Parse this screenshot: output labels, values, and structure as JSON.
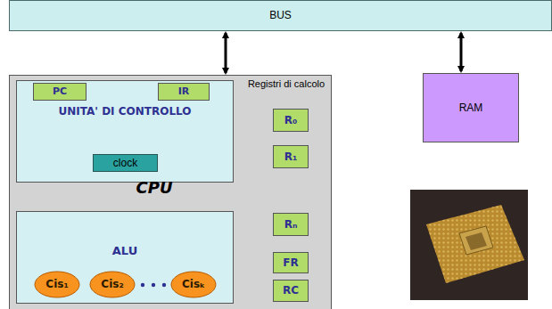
{
  "diagram": {
    "nodes": [
      {
        "text": [
          "BUS"
        ]
      },
      {
        "text": [
          "Registri di calcolo",
          "CPU"
        ]
      },
      {
        "text": [
          "UNITA' DI CONTROLLO"
        ],
        "in": 1
      },
      {
        "text": [
          "PC"
        ],
        "in": 2
      },
      {
        "text": [
          "IR"
        ],
        "in": 2
      },
      {
        "text": [
          "clock"
        ],
        "in": 2
      },
      {
        "text": [
          "R₀"
        ],
        "in": 1
      },
      {
        "text": [
          "R₁"
        ],
        "in": 1
      },
      {
        "text": [
          "Rₙ"
        ],
        "in": 1
      },
      {
        "text": [
          "FR"
        ],
        "in": 1
      },
      {
        "text": [
          "RC"
        ],
        "in": 1
      },
      {
        "text": [
          "ALU"
        ],
        "in": 1
      },
      {
        "text": [
          "Cis₁"
        ],
        "in": 11
      },
      {
        "text": [
          "Cis₂"
        ],
        "in": 11
      },
      {
        "text": [
          "Cisₖ"
        ],
        "in": 11
      },
      {
        "text": [
          "RAM"
        ]
      }
    ],
    "edges": [
      {
        "from": 0,
        "to": 1,
        "arrow": "both"
      },
      {
        "from": 0,
        "to": 15,
        "arrow": "both"
      }
    ]
  }
}
